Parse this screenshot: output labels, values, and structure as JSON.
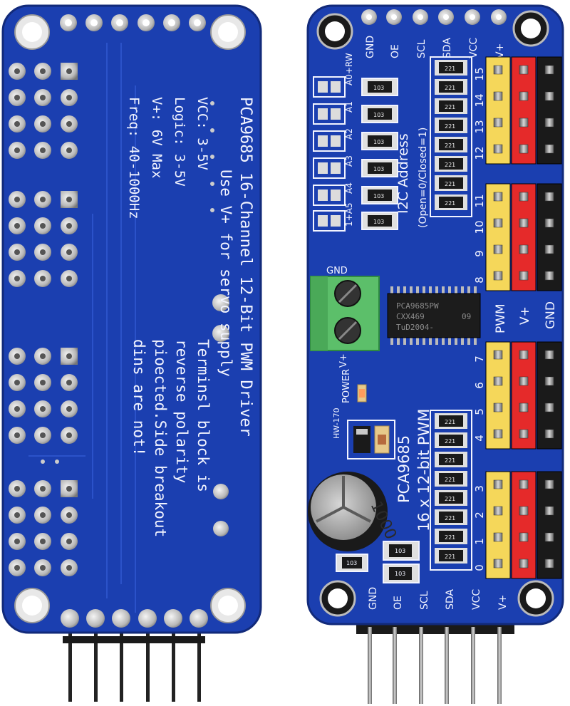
{
  "colors": {
    "pcb_blue": "#1b3fb0",
    "pcb_edge": "#122a7a",
    "silkscreen": "#f2f4ff",
    "header_yellow": "#f5d75a",
    "header_red": "#e52a2a",
    "header_black": "#1a1a1a",
    "terminal_green": "#5cbf6a"
  },
  "back_board": {
    "title_line": "PCA9685 16-Channel 12-Bit PWM Driver",
    "spec_lines": [
      "VCC:  3-5V",
      "Logic: 3-5V",
      "V+:   6V Max",
      "Freq:  40-1000Hz"
    ],
    "note_lines": [
      "Use V+ for servo supply",
      "Terminsl block is",
      "reverse polarity",
      "pioected.Side breakout",
      "dins are not!"
    ]
  },
  "front_board": {
    "top_pin_labels": [
      "GND",
      "OE",
      "SCL",
      "SDA",
      "VCC",
      "V+"
    ],
    "bottom_pin_labels": [
      "GND",
      "OE",
      "SCL",
      "SDA",
      "VCC",
      "V+"
    ],
    "address_label": "I2C Address",
    "address_sub": "(Open=0/Closed=1)",
    "address_bits": [
      "A0+RW",
      "A1",
      "A2",
      "A3",
      "A4",
      "1+A5"
    ],
    "channel_numbers": [
      "15",
      "14",
      "13",
      "12",
      "11",
      "10",
      "9",
      "8",
      "7",
      "6",
      "5",
      "4",
      "3",
      "2",
      "1",
      "0"
    ],
    "power_rail_labels": [
      "PWM",
      "V+",
      "GND"
    ],
    "terminal_labels": [
      "GND",
      "V+"
    ],
    "chip_text": [
      "PCA9685PW",
      "CXX469",
      "TuD2004-",
      "09"
    ],
    "capacitor_text": "1000",
    "resistor_code": "221",
    "resistor_code_alt": "103",
    "power_label": "POWER",
    "model_label": "HW-170",
    "driver_label": "PCA9685",
    "driver_sub": "16 x 12-bit PWM"
  }
}
